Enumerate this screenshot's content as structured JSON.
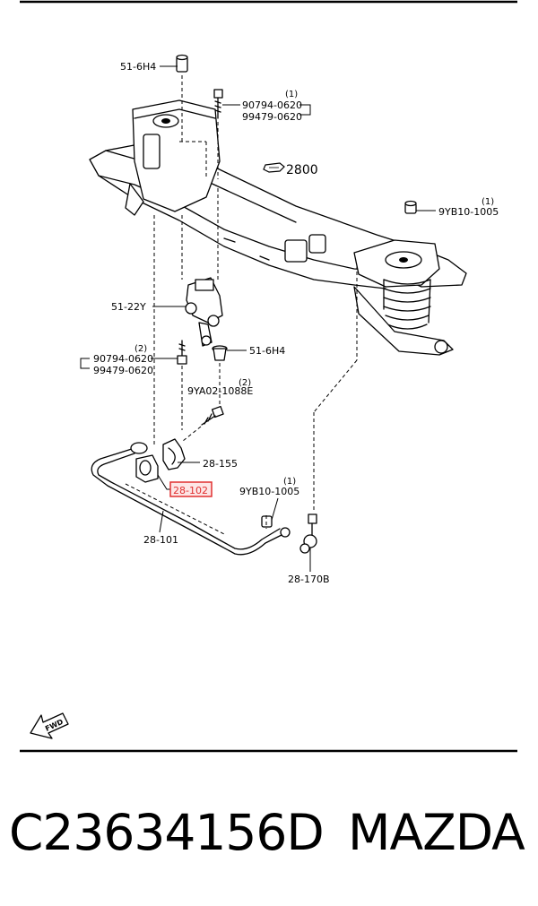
{
  "labels": {
    "nut_top": "51-6H4",
    "bolt_top_a": "90794-0620",
    "bolt_top_b": "99479-0620",
    "bolt_top_qty": "(1)",
    "crossmember": "2800",
    "nut_right": "9YB10-1005",
    "nut_right_qty": "(1)",
    "bracket": "51-22Y",
    "bolt_mid_a": "90794-0620",
    "bolt_mid_b": "99479-0620",
    "bolt_mid_qty": "(2)",
    "nut_mid": "51-6H4",
    "bolt_bush": "9YA02-1088E",
    "bolt_bush_qty": "(2)",
    "clamp": "28-155",
    "bushing_highlight": "28-102",
    "nut_link": "9YB10-1005",
    "nut_link_qty": "(1)",
    "stabilizer_bar": "28-101",
    "link": "28-170B",
    "fwd": "FWD"
  },
  "footer": {
    "part_number": "C23634156D",
    "brand": "MAZDA"
  },
  "colors": {
    "highlight": "#e03030",
    "highlight_fill": "#fde6e6"
  }
}
